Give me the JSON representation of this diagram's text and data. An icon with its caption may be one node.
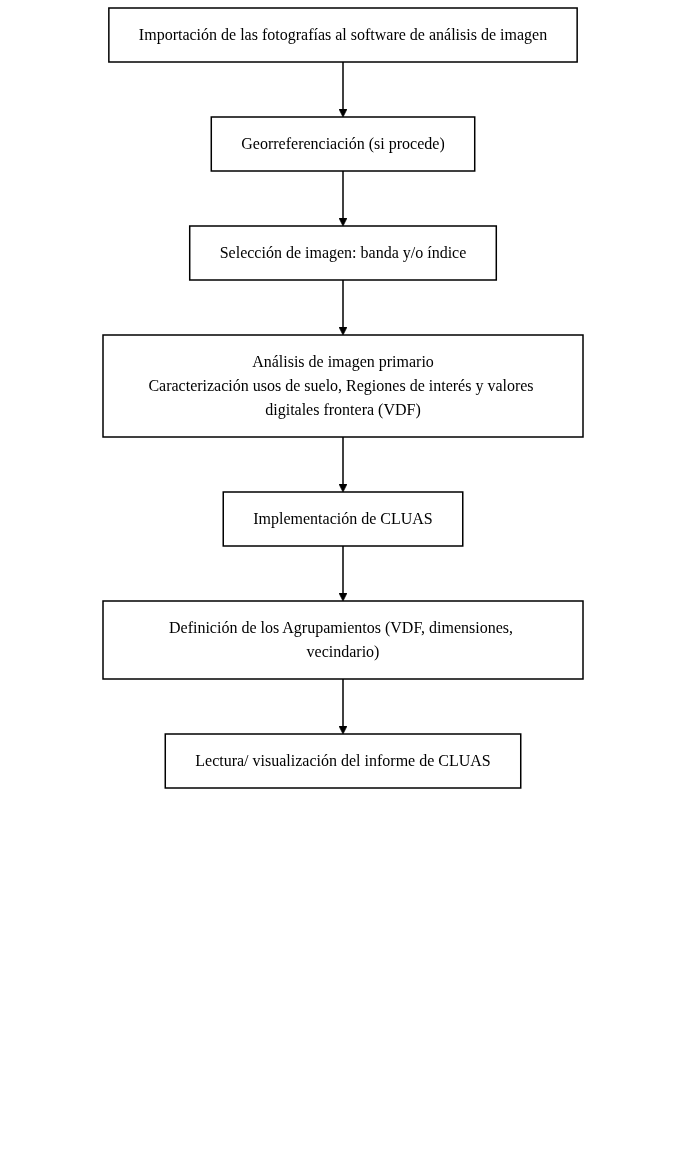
{
  "diagram": {
    "nodes": [
      {
        "text": [
          "Importación de las fotografías al software de análisis de imagen"
        ]
      },
      {
        "text": [
          "Georreferenciación (si procede)"
        ]
      },
      {
        "text": [
          "Selección de imagen: banda y/o índice"
        ]
      },
      {
        "text": [
          "Análisis de imagen primario",
          "Caracterización usos de suelo, Regiones de interés y valores digitales frontera (VDF)"
        ]
      },
      {
        "text": [
          "Implementación de CLUAS"
        ]
      },
      {
        "text": [
          "Definición de los Agrupamientos (VDF, dimensiones, vecindario)"
        ]
      },
      {
        "text": [
          "Lectura/ visualización del informe de CLUAS"
        ]
      }
    ],
    "edges": [
      {
        "from": 0,
        "to": 1,
        "arrow": "to"
      },
      {
        "from": 1,
        "to": 2,
        "arrow": "to"
      },
      {
        "from": 2,
        "to": 3,
        "arrow": "to"
      },
      {
        "from": 3,
        "to": 4,
        "arrow": "to"
      },
      {
        "from": 4,
        "to": 5,
        "arrow": "to"
      },
      {
        "from": 5,
        "to": 6,
        "arrow": "to"
      }
    ]
  }
}
